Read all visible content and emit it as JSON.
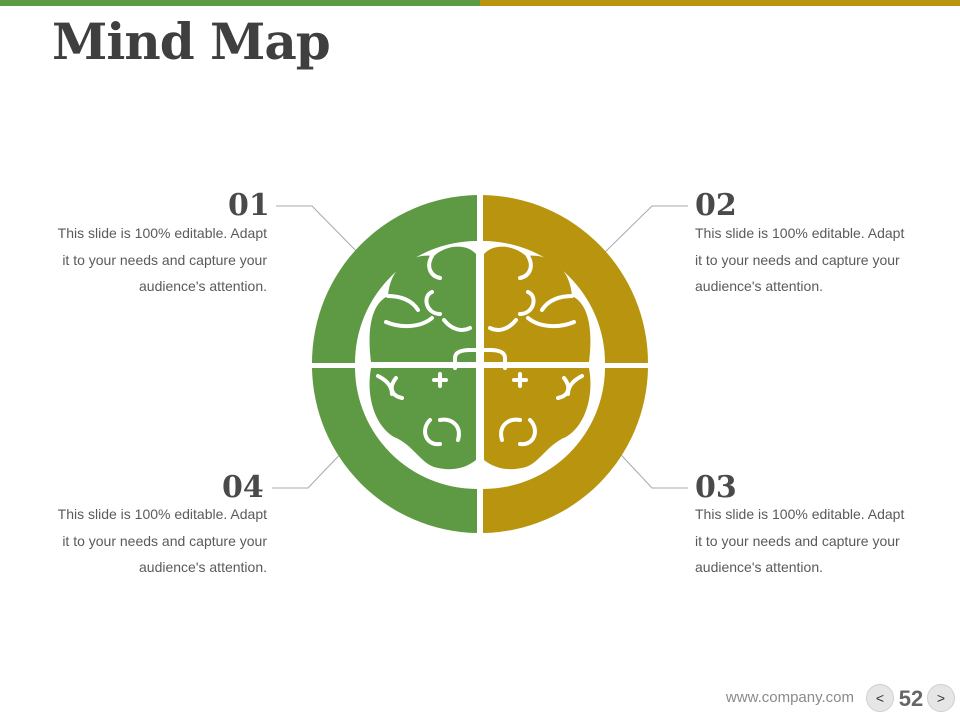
{
  "title": "Mind Map",
  "colors": {
    "green": "#5d9a43",
    "gold": "#b9950f"
  },
  "items": [
    {
      "number": "01",
      "line1": "This slide is 100% editable. Adapt",
      "line2": "it to your needs and capture your",
      "line3": "audience's attention."
    },
    {
      "number": "02",
      "line1": "This slide is 100% editable. Adapt",
      "line2": "it to your needs and capture your",
      "line3": "audience's attention."
    },
    {
      "number": "03",
      "line1": "This slide is 100% editable. Adapt",
      "line2": "it to your needs and capture your",
      "line3": "audience's attention."
    },
    {
      "number": "04",
      "line1": "This slide is 100% editable. Adapt",
      "line2": "it to your needs and capture your",
      "line3": "audience's attention."
    }
  ],
  "footer": {
    "url": "www.company.com",
    "page": "52",
    "prev": "<",
    "next": ">"
  }
}
